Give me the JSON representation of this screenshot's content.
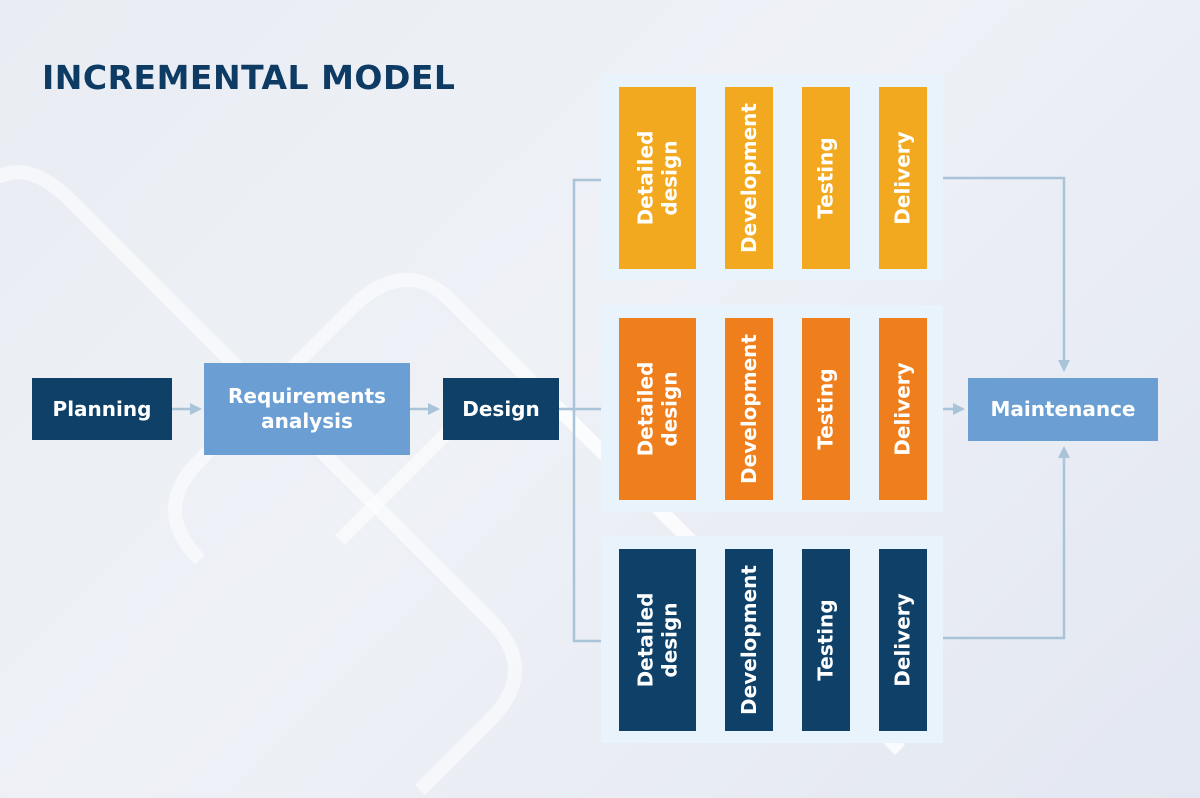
{
  "title": "INCREMENTAL MODEL",
  "phases": {
    "planning": "Planning",
    "requirements": "Requirements analysis",
    "design": "Design",
    "maintenance": "Maintenance"
  },
  "increments": [
    {
      "color": "#f2a91f",
      "stages": [
        "Detailed\ndesign",
        "Development",
        "Testing",
        "Delivery"
      ]
    },
    {
      "color": "#ef7e1c",
      "stages": [
        "Detailed\ndesign",
        "Development",
        "Testing",
        "Delivery"
      ]
    },
    {
      "color": "#0e4068",
      "stages": [
        "Detailed\ndesign",
        "Development",
        "Testing",
        "Delivery"
      ]
    }
  ],
  "colors": {
    "dark_box": "#0e4068",
    "light_box": "#6b9fd3",
    "arrow": "#a9c3d9",
    "panel": "#e8f3fc",
    "title": "#0d3b63"
  }
}
